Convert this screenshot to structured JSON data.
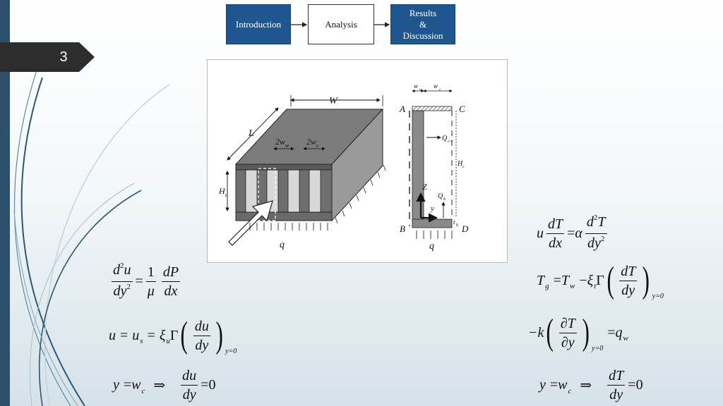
{
  "slide": {
    "page_number": "3"
  },
  "flow": {
    "step1": "Introduction",
    "step2": "Analysis",
    "step3": "Results\n&\nDiscussion"
  },
  "figure": {
    "labels": {
      "W": "W",
      "L": "L",
      "two_ww": "2w",
      "two_wc": "2w",
      "sub_w": "w",
      "sub_c": "c",
      "He": "H",
      "He_sub": "c",
      "q_left": "q",
      "A": "A",
      "B": "B",
      "C": "C",
      "D": "D",
      "ww": "w",
      "wc": "w",
      "Qcv": "Q",
      "Qcv_sub": "c-v",
      "Qb": "Q",
      "Qb_sub": "b",
      "He2": "H",
      "tb": "t",
      "tb_sub": "b",
      "z": "Z",
      "y": "y",
      "q_right": "q"
    }
  },
  "equations": {
    "left": {
      "eq1": {
        "lhs_num": "d",
        "lhs_num_sup": "2",
        "lhs_num_var": "u",
        "lhs_den": "dy",
        "lhs_den_sup": "2",
        "eq": "=",
        "mid_num": "1",
        "mid_den": "μ",
        "rhs_num": "dP",
        "rhs_den": "dx"
      },
      "eq2": {
        "u": "u",
        "eq1": "=",
        "us": "u",
        "us_sub": "s",
        "eq2": "=",
        "xi": "ξ",
        "xi_sub": "u",
        "gamma": "Γ",
        "num": "du",
        "den": "dy",
        "eval": "y=0"
      },
      "eq3": {
        "y": "y",
        "eq1": "=",
        "w": "w",
        "w_sub": "c",
        "arrow": "⇒",
        "num": "du",
        "den": "dy",
        "eq2": "=",
        "zero": "0"
      }
    },
    "right": {
      "eq1": {
        "u": "u",
        "lhs_num": "dT",
        "lhs_den": "dx",
        "eq": "=",
        "alpha": "α",
        "rhs_num": "d",
        "rhs_num_sup": "2",
        "rhs_num_var": "T",
        "rhs_den": "dy",
        "rhs_den_sup": "2"
      },
      "eq2": {
        "T": "T",
        "T_sub": "g",
        "eq": "=",
        "Tw": "T",
        "Tw_sub": "w",
        "minus": "−",
        "xi": "ξ",
        "xi_sub": "t",
        "gamma": "Γ",
        "num": "dT",
        "den": "dy",
        "eval": "y=0"
      },
      "eq3": {
        "minus_k": "−k",
        "num": "∂T",
        "den": "∂y",
        "eval": "y=0",
        "eq": "=",
        "q": "q",
        "q_sub": "w"
      },
      "eq4": {
        "y": "y",
        "eq1": "=",
        "w": "w",
        "w_sub": "c",
        "arrow": "⇒",
        "num": "dT",
        "den": "dy",
        "eq2": "=",
        "zero": "0"
      }
    }
  },
  "colors": {
    "flow_blue": "#1f5690",
    "sidebar": "#2c4f6b",
    "tab": "#2d2d2d"
  }
}
